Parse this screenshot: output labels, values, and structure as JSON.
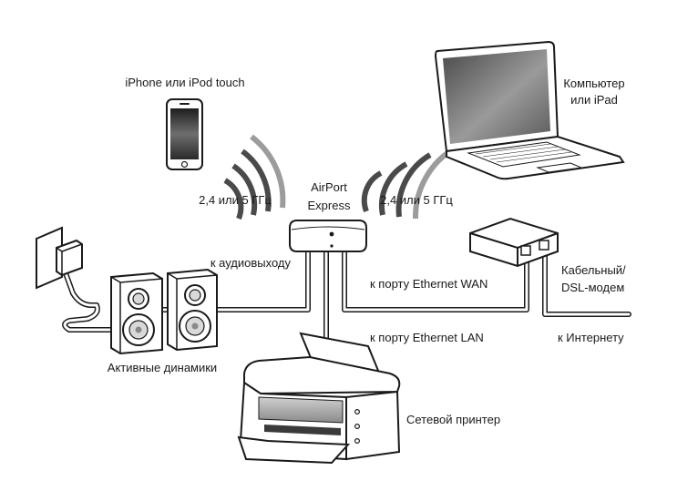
{
  "labels": {
    "iphone": "iPhone или iPod touch",
    "computer_line1": "Компьютер",
    "computer_line2": "или iPad",
    "wifi_left": "2,4 или 5 ГГц",
    "wifi_right": "2,4 или 5 ГГц",
    "airport_line1": "AirPort",
    "airport_line2": "Express",
    "audio_out": "к аудиовыходу",
    "ethernet_wan": "к порту Ethernet WAN",
    "ethernet_lan": "к порту Ethernet LAN",
    "modem_line1": "Кабельный/",
    "modem_line2": "DSL-модем",
    "internet": "к Интернету",
    "speakers": "Активные динамики",
    "printer": "Сетевой принтер"
  },
  "colors": {
    "outline": "#1a1a1a",
    "cable": "#1a1a1a",
    "device_fill": "#ffffff",
    "screen_dark": "#2a2a2a",
    "wave_gray": "#4a4a4a"
  },
  "icons": {
    "iphone": "smartphone-icon",
    "laptop": "laptop-icon",
    "airport": "router-icon",
    "modem": "modem-icon",
    "printer": "printer-icon",
    "speakers": "speaker-icon",
    "outlet": "power-outlet-icon"
  }
}
